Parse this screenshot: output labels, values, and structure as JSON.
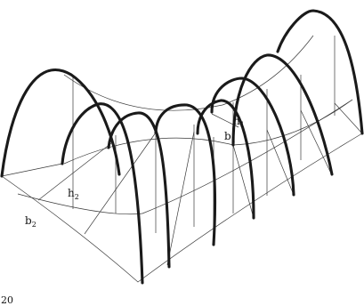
{
  "labels": {
    "h1": "h",
    "h1_sub": "1",
    "b1": "b",
    "b1_sub": "1",
    "h2": "h",
    "h2_sub": "2",
    "b2": "b",
    "b2_sub": "2"
  },
  "figure_number": "20"
}
